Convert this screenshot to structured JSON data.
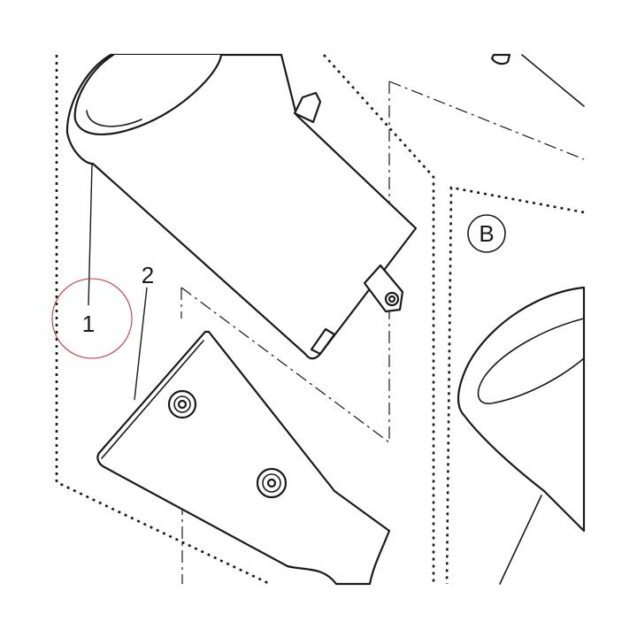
{
  "diagram": {
    "callouts": [
      {
        "id": "1",
        "text": "1"
      },
      {
        "id": "2",
        "text": "2"
      }
    ],
    "detail_marker": {
      "text": "B"
    },
    "colors": {
      "line": "#1a1a1a",
      "background": "#ffffff",
      "highlight_ring": "#c03a4a"
    }
  }
}
